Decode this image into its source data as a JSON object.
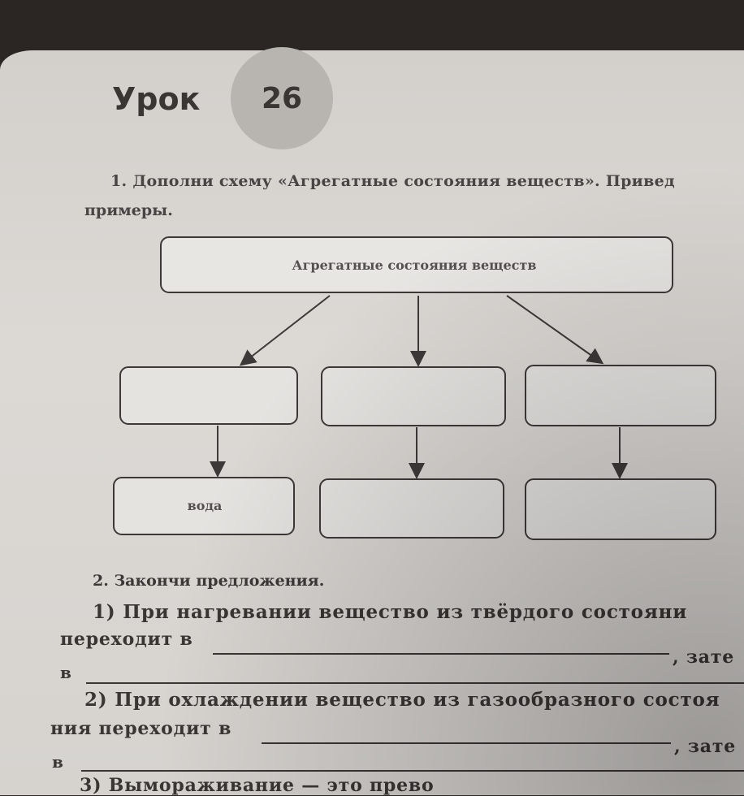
{
  "header": {
    "lesson_word": "Урок",
    "lesson_number": "26"
  },
  "task1": {
    "line1": "1. Дополни схему «Агрегатные состояния веществ». Привед",
    "line2": "примеры.",
    "diagram": {
      "root": "Агрегатные состояния веществ",
      "states": [
        "",
        "",
        ""
      ],
      "examples": [
        "вода",
        "",
        ""
      ]
    }
  },
  "task2": {
    "title": "2. Закончи предложения.",
    "s1_line1": "1) При нагревании вещество из твёрдого состояни",
    "s1_line2": "переходит в",
    "s1_comma": ", зате",
    "s1_in": "в",
    "s2_line1": "2) При охлаждении вещество из газообразного состоя",
    "s2_line2": "ния переходит в",
    "s2_comma": ", зате",
    "s2_in": "в",
    "s3_line1": "3) Вымораживание — это прево"
  },
  "colors": {
    "background": "#2b2623",
    "paper": "#d8d5d1",
    "badge": "#b8b4b0",
    "ink": "#3a3634"
  }
}
